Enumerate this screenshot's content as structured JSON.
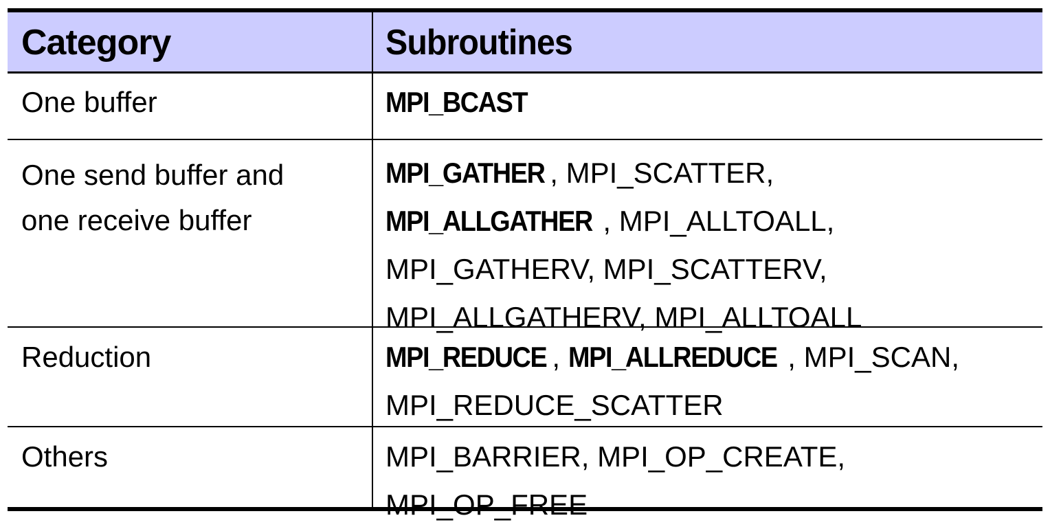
{
  "header": {
    "category": "Category",
    "subroutines": "Subroutines"
  },
  "rows": [
    {
      "category": [
        "One buffer"
      ],
      "lines": [
        [
          {
            "text": "MPI_BCAST",
            "bold": true
          }
        ]
      ]
    },
    {
      "category": [
        "One send buffer and",
        "one receive buffer"
      ],
      "lines": [
        [
          {
            "text": "MPI_GATHER",
            "bold": true
          },
          {
            "text": ", MPI_SCATTER,",
            "bold": false
          }
        ],
        [
          {
            "text": "MPI_ALLGATHER",
            "bold": true
          },
          {
            "text": ", MPI_ALLTOALL,",
            "bold": false
          }
        ],
        [
          {
            "text": "MPI_GATHERV, MPI_SCATTERV,",
            "bold": false
          }
        ],
        [
          {
            "text": "MPI_ALLGATHERV, MPI_ALLTOALL",
            "bold": false
          }
        ]
      ]
    },
    {
      "category": [
        "Reduction"
      ],
      "lines": [
        [
          {
            "text": "MPI_REDUCE",
            "bold": true
          },
          {
            "text": ", ",
            "bold": false
          },
          {
            "text": "MPI_ALLREDUCE",
            "bold": true
          },
          {
            "text": ", MPI_SCAN,",
            "bold": false
          }
        ],
        [
          {
            "text": "MPI_REDUCE_SCATTER",
            "bold": false
          }
        ]
      ]
    },
    {
      "category": [
        "Others"
      ],
      "lines": [
        [
          {
            "text": "MPI_BARRIER, MPI_OP_CREATE,",
            "bold": false
          }
        ],
        [
          {
            "text": "MPI_OP_FREE",
            "bold": false
          }
        ]
      ]
    }
  ],
  "colors": {
    "header_bg": "#ccccff",
    "rule": "#000000",
    "text": "#000000"
  }
}
